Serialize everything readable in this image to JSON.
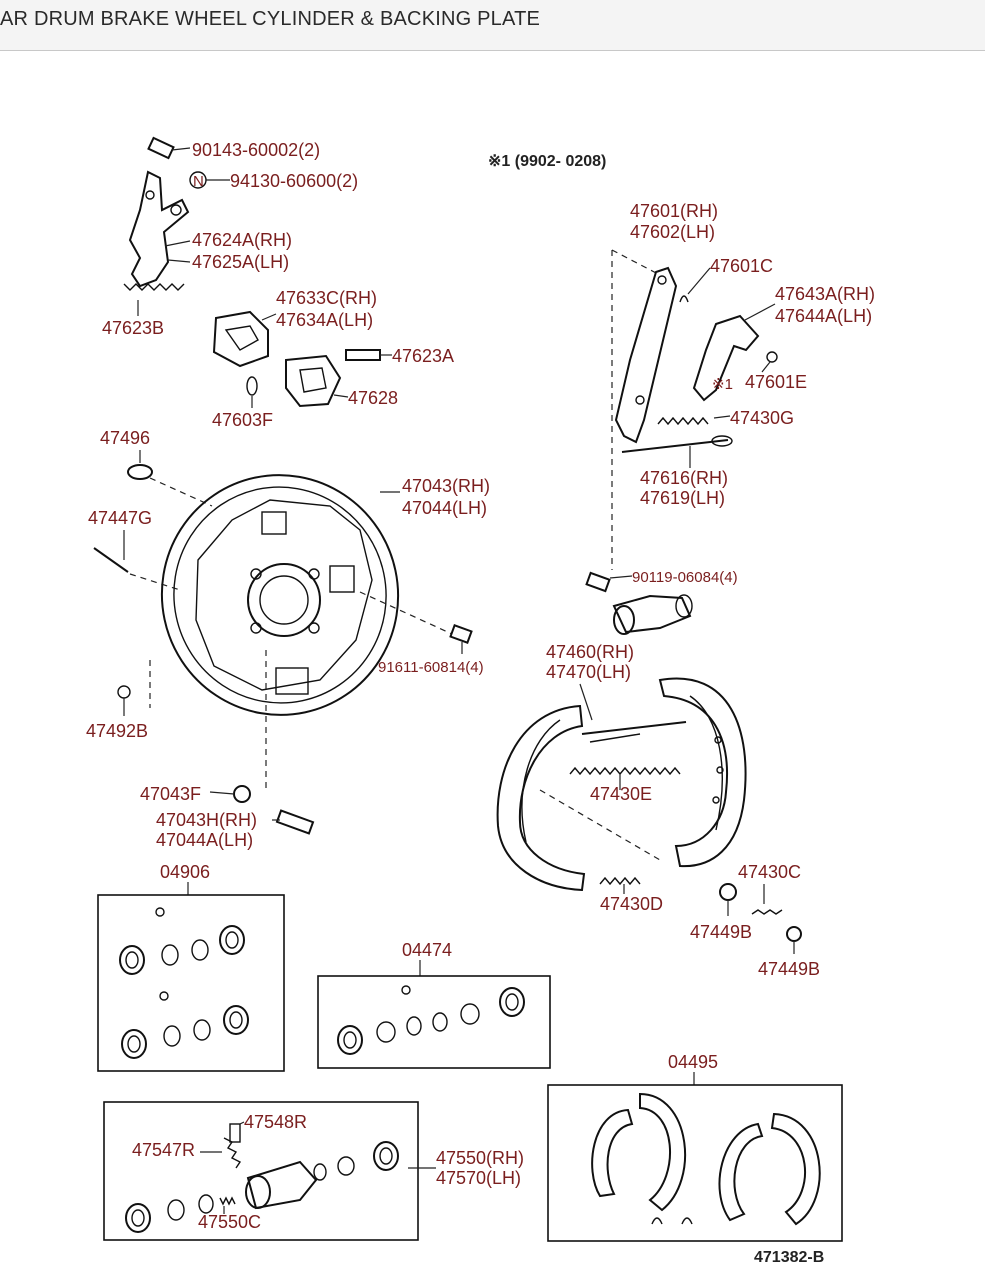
{
  "header": {
    "title": "AR DRUM BRAKE WHEEL CYLINDER & BACKING PLATE"
  },
  "labels": {
    "l90143": "90143-60002(2)",
    "l94130": "94130-60600(2)",
    "n_mark": "N",
    "l47624": "47624A(RH)",
    "l47625": "47625A(LH)",
    "l47633": "47633C(RH)",
    "l47634": "47634A(LH)",
    "l47623b": "47623B",
    "l47623a": "47623A",
    "l47628": "47628",
    "l47603f": "47603F",
    "note": "※1 (9902- 0208)",
    "l47601": "47601(RH)",
    "l47602": "47602(LH)",
    "l47601c": "47601C",
    "l47643": "47643A(RH)",
    "l47644": "47644A(LH)",
    "mark1": "※1",
    "l47601e": "47601E",
    "l47430g": "47430G",
    "l47616": "47616(RH)",
    "l47619": "47619(LH)",
    "l47496": "47496",
    "l47447g": "47447G",
    "l47043": "47043(RH)",
    "l47044": "47044(LH)",
    "l90119": "90119-06084(4)",
    "l91611": "91611-60814(4)",
    "l47460": "47460(RH)",
    "l47470": "47470(LH)",
    "l47492b": "47492B",
    "l47430e": "47430E",
    "l47043f": "47043F",
    "l47043h": "47043H(RH)",
    "l47044a": "47044A(LH)",
    "l47430c": "47430C",
    "l47430d": "47430D",
    "l47449b1": "47449B",
    "l47449b2": "47449B",
    "l04906": "04906",
    "l04474": "04474",
    "l04495": "04495",
    "l47548r": "47548R",
    "l47547r": "47547R",
    "l47550": "47550(RH)",
    "l47570": "47570(LH)",
    "l47550c": "47550C",
    "figure_code": "471382-B"
  }
}
